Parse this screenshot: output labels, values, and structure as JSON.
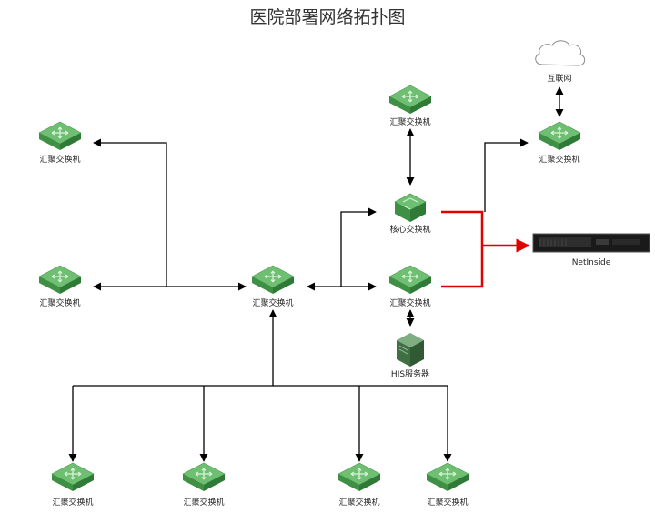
{
  "diagram": {
    "title": "医院部署网络拓扑图",
    "labels": {
      "internet": "互联网",
      "aggregation_switch": "汇聚交换机",
      "core_switch": "核心交换机",
      "netinside": "NetInside",
      "his_server": "HIS服务器"
    },
    "colors": {
      "line": "#000000",
      "mirror_line": "#e00000",
      "switch_top": "#6fbf73",
      "switch_side": "#3f8f45",
      "server": "#4a7a4e",
      "appliance": "#1a1a1a"
    }
  }
}
